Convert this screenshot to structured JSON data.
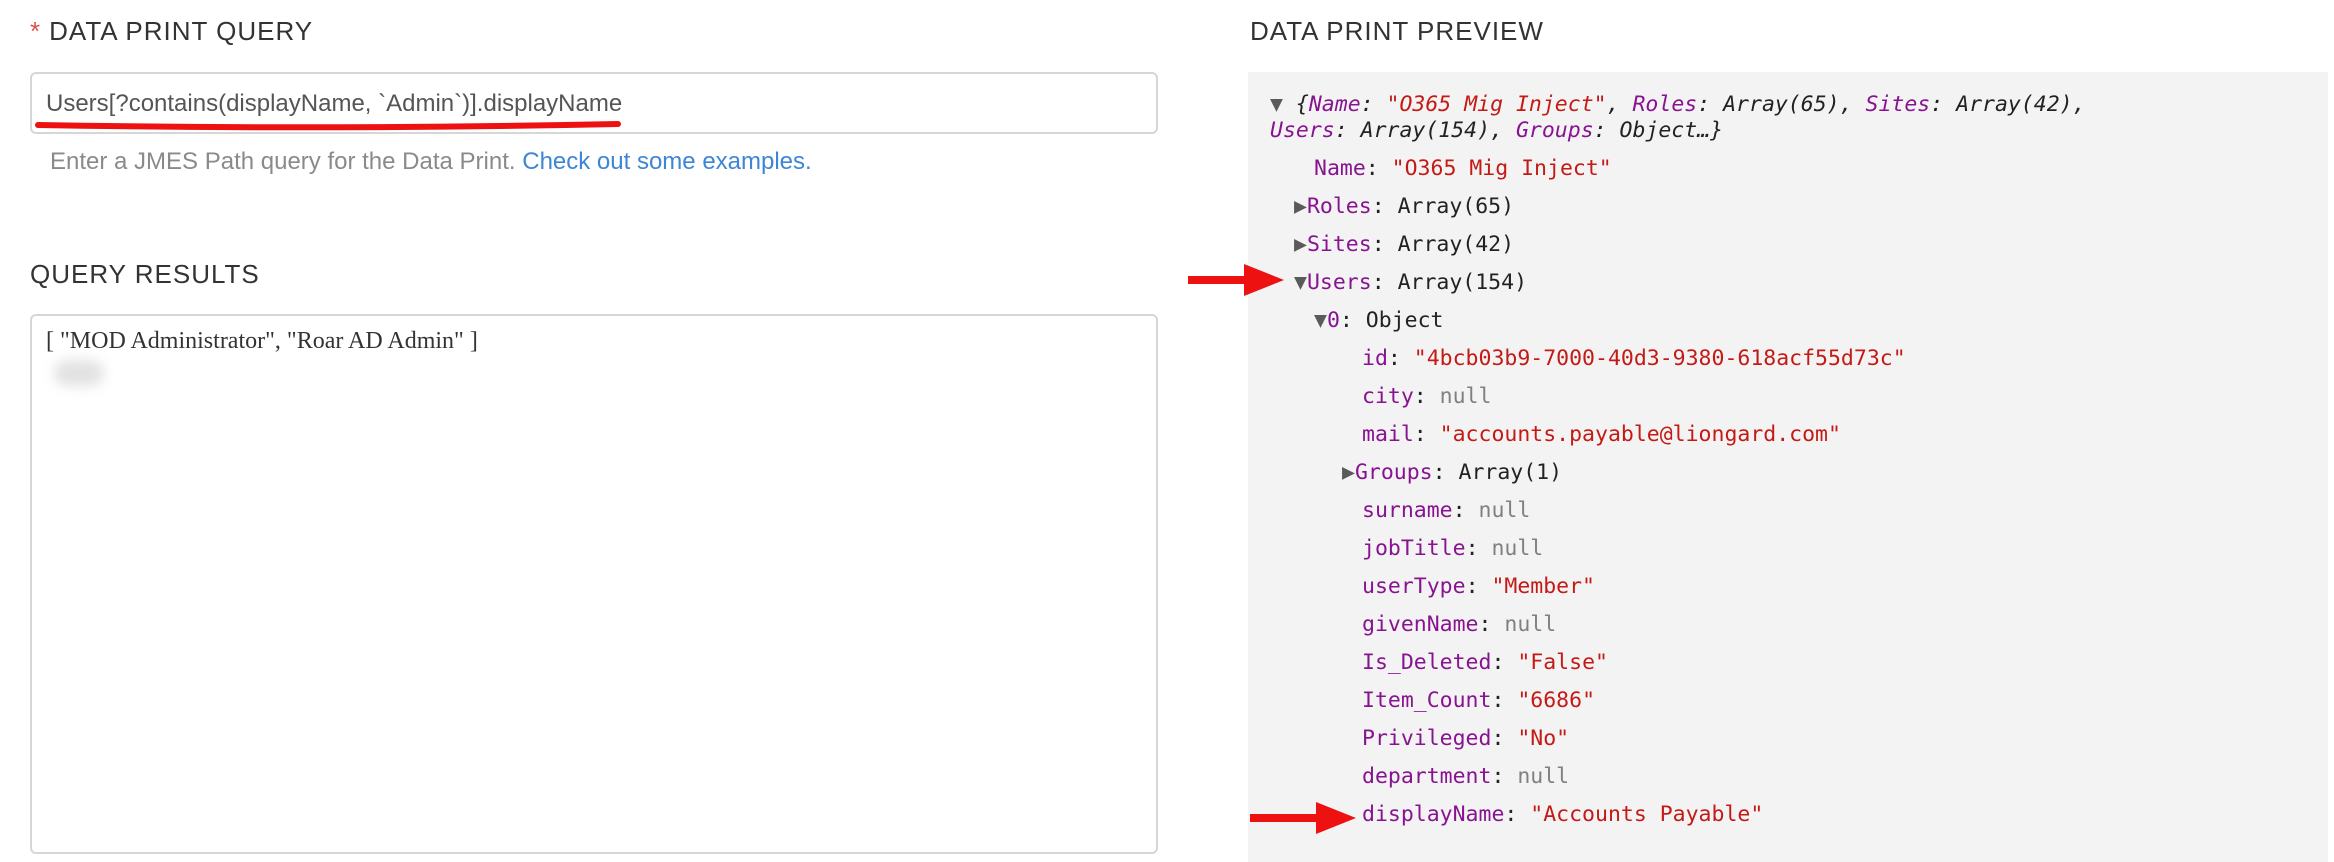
{
  "query_panel": {
    "title": "DATA PRINT QUERY",
    "required_mark": "*",
    "query_value": "Users[?contains(displayName, `Admin`)].displayName",
    "help_text": "Enter a JMES Path query for the Data Print.",
    "help_link": "Check out some examples."
  },
  "results_panel": {
    "title": "QUERY RESULTS",
    "value": "[ \"MOD Administrator\", \"Roar AD Admin\" ]"
  },
  "preview_panel": {
    "title": "DATA PRINT PREVIEW",
    "root": {
      "open_brace": "{",
      "name_key": "Name",
      "name_val": "\"O365 Mig Inject\"",
      "roles_key": "Roles",
      "roles_val": "Array(65)",
      "sites_key": "Sites",
      "sites_val": "Array(42)",
      "users_key": "Users",
      "users_val": "Array(154)",
      "groups_key": "Groups",
      "groups_val": "Object…}"
    },
    "rows": {
      "name": {
        "key": "Name",
        "value": "\"O365 Mig Inject\""
      },
      "roles": {
        "key": "Roles",
        "value": "Array(65)"
      },
      "sites": {
        "key": "Sites",
        "value": "Array(42)"
      },
      "users": {
        "key": "Users",
        "value": "Array(154)"
      },
      "user0": {
        "key": "0",
        "value": "Object"
      },
      "id": {
        "key": "id",
        "value": "\"4bcb03b9-7000-40d3-9380-618acf55d73c\""
      },
      "city": {
        "key": "city",
        "value": "null"
      },
      "mail": {
        "key": "mail",
        "value": "\"accounts.payable@liongard.com\""
      },
      "groups": {
        "key": "Groups",
        "value": "Array(1)"
      },
      "surname": {
        "key": "surname",
        "value": "null"
      },
      "jobTitle": {
        "key": "jobTitle",
        "value": "null"
      },
      "userType": {
        "key": "userType",
        "value": "\"Member\""
      },
      "givenName": {
        "key": "givenName",
        "value": "null"
      },
      "is_deleted": {
        "key": "Is_Deleted",
        "value": "\"False\""
      },
      "item_count": {
        "key": "Item_Count",
        "value": "\"6686\""
      },
      "privileged": {
        "key": "Privileged",
        "value": "\"No\""
      },
      "department": {
        "key": "department",
        "value": "null"
      },
      "displayName": {
        "key": "displayName",
        "value": "\"Accounts Payable\""
      }
    },
    "triangle_collapsed": "▶",
    "triangle_expanded": "▼"
  },
  "colors": {
    "key": "#881391",
    "string": "#c41a16",
    "null": "#808080",
    "link": "#3d86d6",
    "annotation_red": "#ee1111"
  }
}
